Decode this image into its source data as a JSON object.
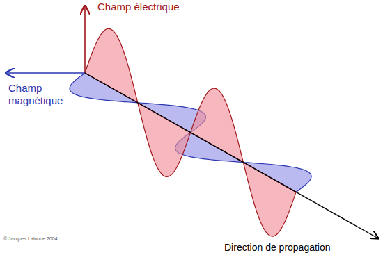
{
  "diagram": {
    "labels": [
      "Champ électrique",
      "Champ magnétique",
      "Direction de propagation",
      "© Jacques Lalonde 2004"
    ]
  }
}
